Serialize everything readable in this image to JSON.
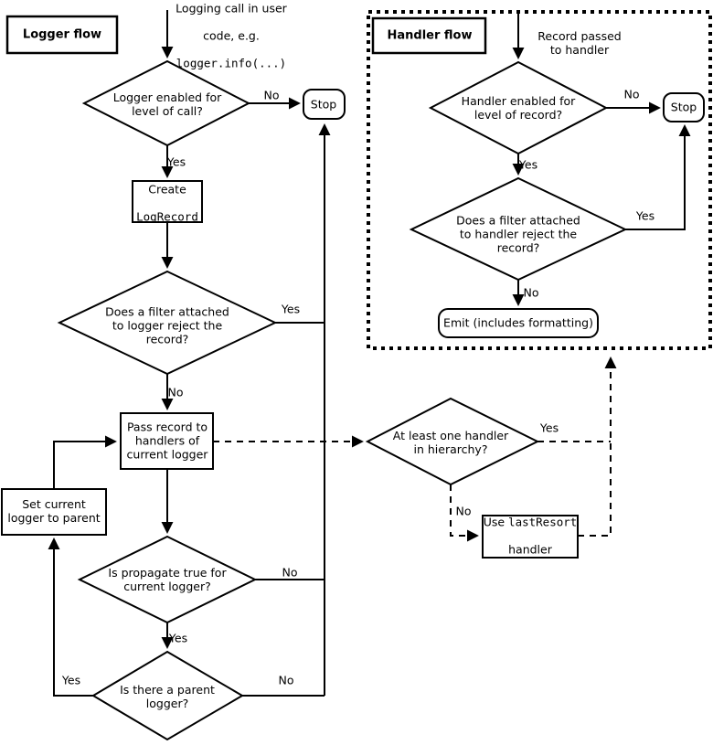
{
  "colors": {
    "ink": "#000000",
    "background": "#ffffff"
  },
  "logger_flow": {
    "title": "Logger flow",
    "start": {
      "line1": "Logging call in user",
      "line2": "code, e.g.",
      "code": "logger.info(...)"
    },
    "level_check": [
      "Logger enabled for",
      "level of call?"
    ],
    "stop": "Stop",
    "create": {
      "line1": "Create",
      "line2": "LogRecord"
    },
    "filter_check": [
      "Does a filter attached",
      "to logger reject the",
      "record?"
    ],
    "pass_record": [
      "Pass record to",
      "handlers of",
      "current logger"
    ],
    "set_current": [
      "Set current",
      "logger to parent"
    ],
    "propagate_check": [
      "Is propagate true for",
      "current logger?"
    ],
    "parent_check": [
      "Is there a parent",
      "logger?"
    ],
    "labels": {
      "level_no": "No",
      "level_yes": "Yes",
      "filter_yes": "Yes",
      "filter_no": "No",
      "propagate_no": "No",
      "propagate_yes": "Yes",
      "parent_yes": "Yes",
      "parent_no": "No"
    }
  },
  "handler_flow": {
    "title": "Handler flow",
    "start": [
      "Record passed",
      "to handler"
    ],
    "level_check": [
      "Handler enabled for",
      "level of record?"
    ],
    "stop": "Stop",
    "filter_check": [
      "Does a filter attached",
      "to handler reject the",
      "record?"
    ],
    "emit": "Emit (includes formatting)",
    "labels": {
      "level_no": "No",
      "level_yes": "Yes",
      "filter_yes": "Yes",
      "filter_no": "No"
    }
  },
  "connector": {
    "hierarchy_check": [
      "At least one handler",
      "in hierarchy?"
    ],
    "lastresort": {
      "prefix": "Use",
      "mono": "lastResort",
      "line2": "handler"
    },
    "labels": {
      "hierarchy_yes": "Yes",
      "hierarchy_no": "No"
    }
  }
}
